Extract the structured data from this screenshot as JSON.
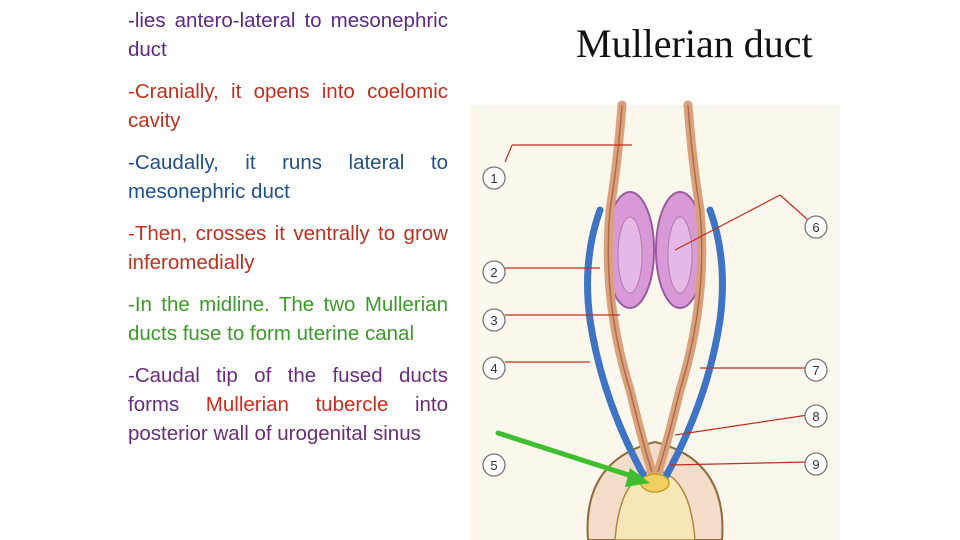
{
  "slide": {
    "title": "Mullerian duct",
    "bullets": [
      {
        "color": "#5b2a84",
        "text": "-lies antero-lateral to mesonephric duct"
      },
      {
        "color": "#c0301f",
        "text": "-Cranially, it opens into coelomic cavity"
      },
      {
        "color": "#1f4f8c",
        "text": "-Caudally, it runs lateral to mesonephric duct"
      },
      {
        "color": "#c0301f",
        "text": "-Then, crosses it ventrally to grow inferomedially"
      },
      {
        "color": "#3c9a2a",
        "text": "-In the midline. The two Mullerian ducts fuse to form uterine canal"
      },
      {
        "color": "#6a2d7c",
        "parts": [
          "-Caudal tip of the fused ducts forms ",
          "Mullerian tubercle",
          " into posterior wall of urogenital sinus"
        ],
        "highlight_color": "#d42b1e"
      }
    ]
  },
  "figure": {
    "left_labels": [
      "1",
      "2",
      "3",
      "4",
      "5"
    ],
    "right_labels": [
      "6",
      "7",
      "8",
      "9"
    ],
    "arrow_color": "#3fbf2f",
    "duct_colors": {
      "mullerian": "#e0a882",
      "mesonephric": "#5b8fd6",
      "gonad": "#d8a0d8"
    }
  }
}
